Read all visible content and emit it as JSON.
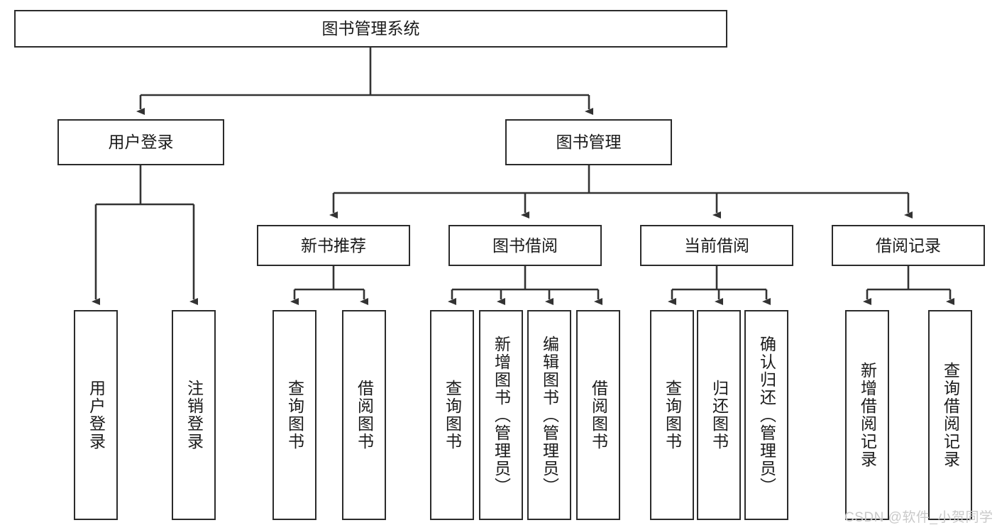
{
  "diagram": {
    "type": "hierarchy-tree",
    "title": "图书管理系统",
    "watermark": "CSDN @软件_小贺同学",
    "colors": {
      "box_border": "#2b2b2b",
      "box_fill": "#ffffff",
      "connector": "#333333",
      "text": "#1a1a1a",
      "watermark": "#c9c9c9"
    },
    "nodes": {
      "root": {
        "label": "图书管理系统",
        "orientation": "horizontal"
      },
      "level2": [
        {
          "id": "user-login",
          "label": "用户登录",
          "orientation": "horizontal"
        },
        {
          "id": "book-manage",
          "label": "图书管理",
          "orientation": "horizontal"
        }
      ],
      "level3": [
        {
          "id": "new-book-recommend",
          "label": "新书推荐",
          "orientation": "horizontal"
        },
        {
          "id": "book-borrow",
          "label": "图书借阅",
          "orientation": "horizontal"
        },
        {
          "id": "current-borrow",
          "label": "当前借阅",
          "orientation": "horizontal"
        },
        {
          "id": "borrow-record",
          "label": "借阅记录",
          "orientation": "horizontal"
        }
      ],
      "leaves": [
        {
          "id": "leaf-user-login",
          "label": "用户登录",
          "parent": "user-login",
          "orientation": "vertical"
        },
        {
          "id": "leaf-user-logout",
          "label": "注销登录",
          "parent": "user-login",
          "orientation": "vertical"
        },
        {
          "id": "leaf-query-book-1",
          "label": "查询图书",
          "parent": "new-book-recommend",
          "orientation": "vertical"
        },
        {
          "id": "leaf-borrow-book-1",
          "label": "借阅图书",
          "parent": "new-book-recommend",
          "orientation": "vertical"
        },
        {
          "id": "leaf-query-book-2",
          "label": "查询图书",
          "parent": "book-borrow",
          "orientation": "vertical"
        },
        {
          "id": "leaf-add-book",
          "label": "新增图书（管理员）",
          "parent": "book-borrow",
          "orientation": "vertical"
        },
        {
          "id": "leaf-edit-book",
          "label": "编辑图书（管理员）",
          "parent": "book-borrow",
          "orientation": "vertical"
        },
        {
          "id": "leaf-borrow-book-2",
          "label": "借阅图书",
          "parent": "book-borrow",
          "orientation": "vertical"
        },
        {
          "id": "leaf-query-book-3",
          "label": "查询图书",
          "parent": "current-borrow",
          "orientation": "vertical"
        },
        {
          "id": "leaf-return-book",
          "label": "归还图书",
          "parent": "current-borrow",
          "orientation": "vertical"
        },
        {
          "id": "leaf-confirm-return",
          "label": "确认归还（管理员）",
          "parent": "current-borrow",
          "orientation": "vertical"
        },
        {
          "id": "leaf-add-record",
          "label": "新增借阅记录",
          "parent": "borrow-record",
          "orientation": "vertical"
        },
        {
          "id": "leaf-query-record",
          "label": "查询借阅记录",
          "parent": "borrow-record",
          "orientation": "vertical"
        }
      ]
    }
  }
}
